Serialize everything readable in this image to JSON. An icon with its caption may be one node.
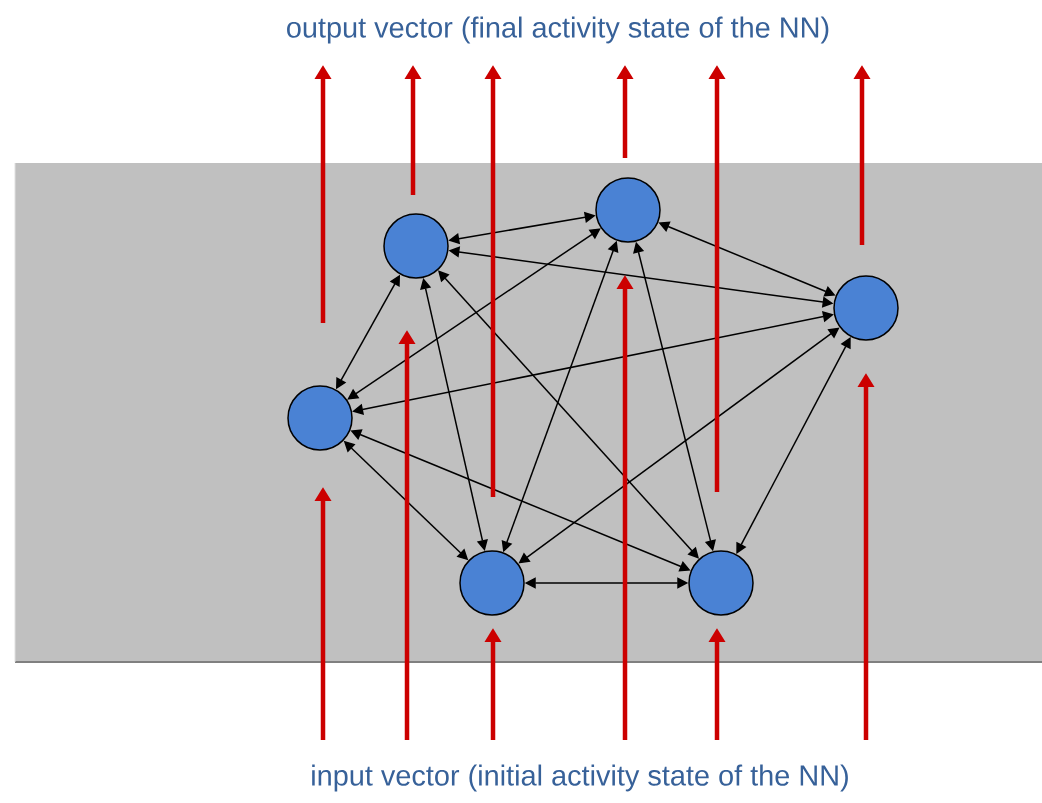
{
  "diagram": {
    "nodes": [
      {
        "text": [],
        "shape": "circle"
      },
      {
        "text": [],
        "shape": "circle"
      },
      {
        "text": [],
        "shape": "circle"
      },
      {
        "text": [],
        "shape": "circle"
      },
      {
        "text": [],
        "shape": "circle"
      },
      {
        "text": [],
        "shape": "circle"
      }
    ],
    "edges": [
      {
        "from": 0,
        "to": 1,
        "arrow": "both"
      },
      {
        "from": 0,
        "to": 2,
        "arrow": "both"
      },
      {
        "from": 0,
        "to": 3,
        "arrow": "both"
      },
      {
        "from": 0,
        "to": 4,
        "arrow": "both"
      },
      {
        "from": 0,
        "to": 5,
        "arrow": "both"
      },
      {
        "from": 1,
        "to": 2,
        "arrow": "both"
      },
      {
        "from": 1,
        "to": 3,
        "arrow": "both"
      },
      {
        "from": 1,
        "to": 4,
        "arrow": "both"
      },
      {
        "from": 1,
        "to": 5,
        "arrow": "both"
      },
      {
        "from": 2,
        "to": 3,
        "arrow": "both"
      },
      {
        "from": 2,
        "to": 4,
        "arrow": "both"
      },
      {
        "from": 2,
        "to": 5,
        "arrow": "both"
      },
      {
        "from": 3,
        "to": 4,
        "arrow": "both"
      },
      {
        "from": 3,
        "to": 5,
        "arrow": "both"
      },
      {
        "from": 4,
        "to": 5,
        "arrow": "both"
      },
      {
        "from": null,
        "to": 0,
        "arrow": "to",
        "style": "thick",
        "color": "#cc0000"
      },
      {
        "from": null,
        "to": 1,
        "arrow": "to",
        "style": "thick",
        "color": "#cc0000"
      },
      {
        "from": null,
        "to": 2,
        "arrow": "to",
        "style": "thick",
        "color": "#cc0000"
      },
      {
        "from": null,
        "to": 3,
        "arrow": "to",
        "style": "thick",
        "color": "#cc0000"
      },
      {
        "from": null,
        "to": 4,
        "arrow": "to",
        "style": "thick",
        "color": "#cc0000"
      },
      {
        "from": null,
        "to": 5,
        "arrow": "to",
        "style": "thick",
        "color": "#cc0000"
      },
      {
        "from": 0,
        "to": null,
        "arrow": "to",
        "style": "thick",
        "color": "#cc0000"
      },
      {
        "from": 1,
        "to": null,
        "arrow": "to",
        "style": "thick",
        "color": "#cc0000"
      },
      {
        "from": 2,
        "to": null,
        "arrow": "to",
        "style": "thick",
        "color": "#cc0000"
      },
      {
        "from": 3,
        "to": null,
        "arrow": "to",
        "style": "thick",
        "color": "#cc0000"
      },
      {
        "from": 4,
        "to": null,
        "arrow": "to",
        "style": "thick",
        "color": "#cc0000"
      },
      {
        "from": 5,
        "to": null,
        "arrow": "to",
        "style": "thick",
        "color": "#cc0000"
      }
    ],
    "labels": [
      "output vector (final activity state of the NN)",
      "input vector (initial activity state of the NN)"
    ]
  }
}
